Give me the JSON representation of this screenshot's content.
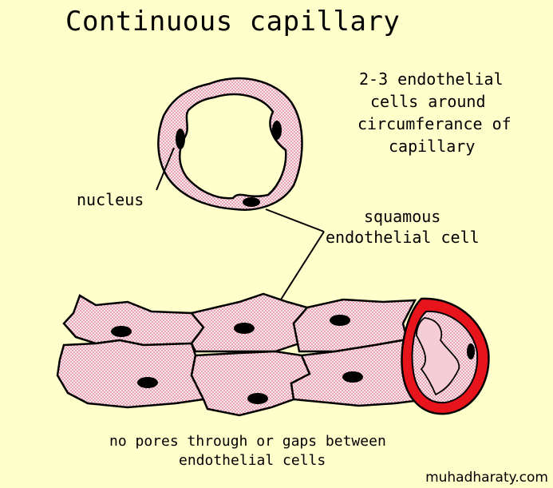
{
  "title": "Continuous capillary",
  "labels": {
    "circumference_note": [
      "2-3 endothelial",
      "cells around",
      "circumferance of",
      "capillary"
    ],
    "nucleus": "nucleus",
    "squamous": [
      "squamous",
      "endothelial cell"
    ],
    "footer": [
      "no pores through or gaps between",
      "endothelial cells"
    ]
  },
  "watermark": "muhadharaty.com",
  "colors": {
    "background": "#ffffcc",
    "cell_fill": "#f8dce6",
    "nucleus": "#000000",
    "cut_end": "#e8141c",
    "outline": "#000000"
  }
}
